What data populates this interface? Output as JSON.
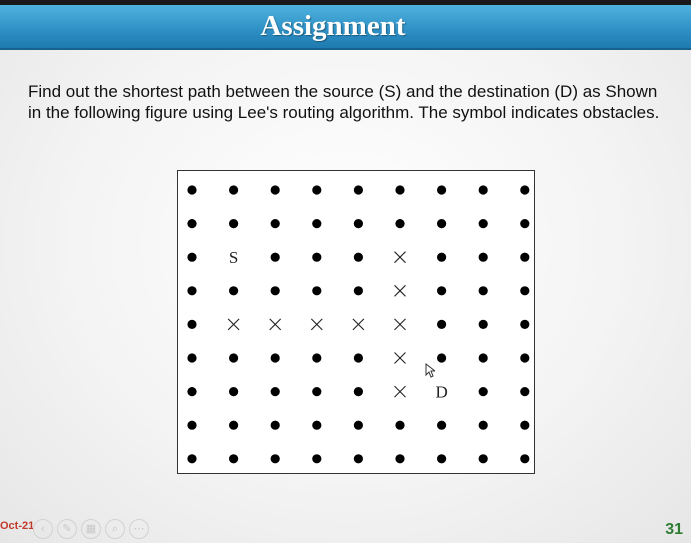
{
  "slide": {
    "title": "Assignment",
    "body": "Find out the shortest path between the source (S) and the destination (D) as Shown in the following figure using Lee's routing algorithm. The symbol indicates obstacles.",
    "footer_date": "Oct-21",
    "page_number": "31"
  },
  "grid": {
    "cols": 9,
    "rows": 9,
    "cells": [
      "•••••••••",
      "•••••••••",
      "•S•••×•••",
      "•••••×•••",
      "•×××××•••",
      "•••••×•••",
      "•••••×D••",
      "•••••••••",
      "•••••••••"
    ],
    "source_label": "S",
    "destination_label": "D"
  },
  "nav_icons": [
    "prev-icon",
    "edit-icon",
    "slides-icon",
    "zoom-icon",
    "more-icon"
  ],
  "colors": {
    "title_bar": "#2d8fc4",
    "page_number": "#2e7d32",
    "footer_date": "#c0392b"
  }
}
